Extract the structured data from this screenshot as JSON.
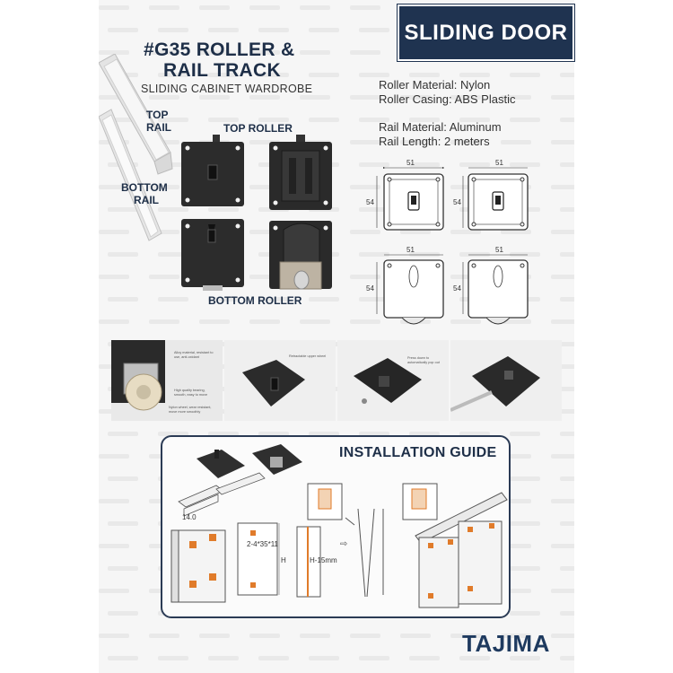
{
  "badge": "SLIDING DOOR",
  "title": {
    "line1": "#G35 ROLLER &",
    "line2": "RAIL TRACK"
  },
  "subtitle": "SLIDING CABINET WARDROBE",
  "labels": {
    "top_rail_1": "TOP",
    "top_rail_2": "RAIL",
    "bottom_rail_1": "BOTTOM",
    "bottom_rail_2": "RAIL",
    "top_roller": "TOP ROLLER",
    "bottom_roller": "BOTTOM ROLLER"
  },
  "specs": {
    "roller_material": "Roller Material: Nylon",
    "roller_casing": "Roller Casing: ABS Plastic",
    "rail_material": "Rail Material: Aluminum",
    "rail_length": "Rail Length: 2 meters"
  },
  "dimensions": {
    "width": "51",
    "height": "54"
  },
  "photo_notes": {
    "n1a": "Alloy material, resistant to",
    "n1b": "use, anti-oxidant",
    "n2a": "High quality bearing,",
    "n2b": "smooth, easy to move",
    "n3a": "Nylon wheel, wear resistant,",
    "n3b": "move more smoothly",
    "n4": "Retractable upper wheel",
    "n5a": "Press down to",
    "n5b": "automatically pop out"
  },
  "installation": {
    "title": "INSTALLATION GUIDE",
    "dim_a": "14.0",
    "dim_b": "2-4*35*11",
    "dim_c": "H",
    "dim_d": "H-15mm"
  },
  "brand": "TAJIMA",
  "colors": {
    "navy": "#1f3350",
    "accent_orange": "#e07b2a",
    "plastic": "#2a2a2a",
    "metal": "#b8b8b8"
  }
}
